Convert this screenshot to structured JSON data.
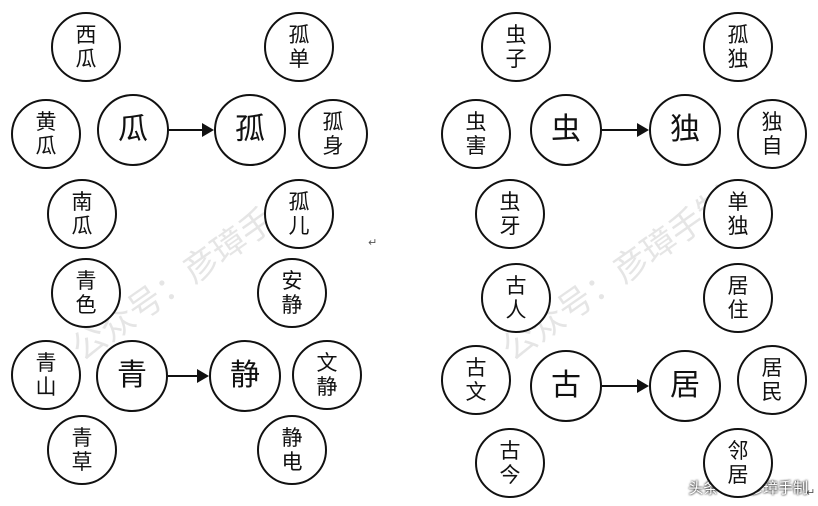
{
  "groups": [
    {
      "source": "瓜",
      "target": "孤",
      "source_words": [
        [
          "西",
          "瓜"
        ],
        [
          "黄",
          "瓜"
        ],
        [
          "南",
          "瓜"
        ]
      ],
      "target_words": [
        [
          "孤",
          "单"
        ],
        [
          "孤",
          "身"
        ],
        [
          "孤",
          "儿"
        ]
      ]
    },
    {
      "source": "虫",
      "target": "独",
      "source_words": [
        [
          "虫",
          "子"
        ],
        [
          "虫",
          "害"
        ],
        [
          "虫",
          "牙"
        ]
      ],
      "target_words": [
        [
          "孤",
          "独"
        ],
        [
          "独",
          "自"
        ],
        [
          "单",
          "独"
        ]
      ]
    },
    {
      "source": "青",
      "target": "静",
      "source_words": [
        [
          "青",
          "色"
        ],
        [
          "青",
          "山"
        ],
        [
          "青",
          "草"
        ]
      ],
      "target_words": [
        [
          "安",
          "静"
        ],
        [
          "文",
          "静"
        ],
        [
          "静",
          "电"
        ]
      ]
    },
    {
      "source": "古",
      "target": "居",
      "source_words": [
        [
          "古",
          "人"
        ],
        [
          "古",
          "文"
        ],
        [
          "古",
          "今"
        ]
      ],
      "target_words": [
        [
          "居",
          "住"
        ],
        [
          "居",
          "民"
        ],
        [
          "邻",
          "居"
        ]
      ]
    }
  ],
  "watermark": "公众号：彦璋手制",
  "credit": "头条号 / 彦璋手制",
  "return_mark": "↵",
  "colors": {
    "ink": "#111111",
    "background": "#ffffff"
  }
}
